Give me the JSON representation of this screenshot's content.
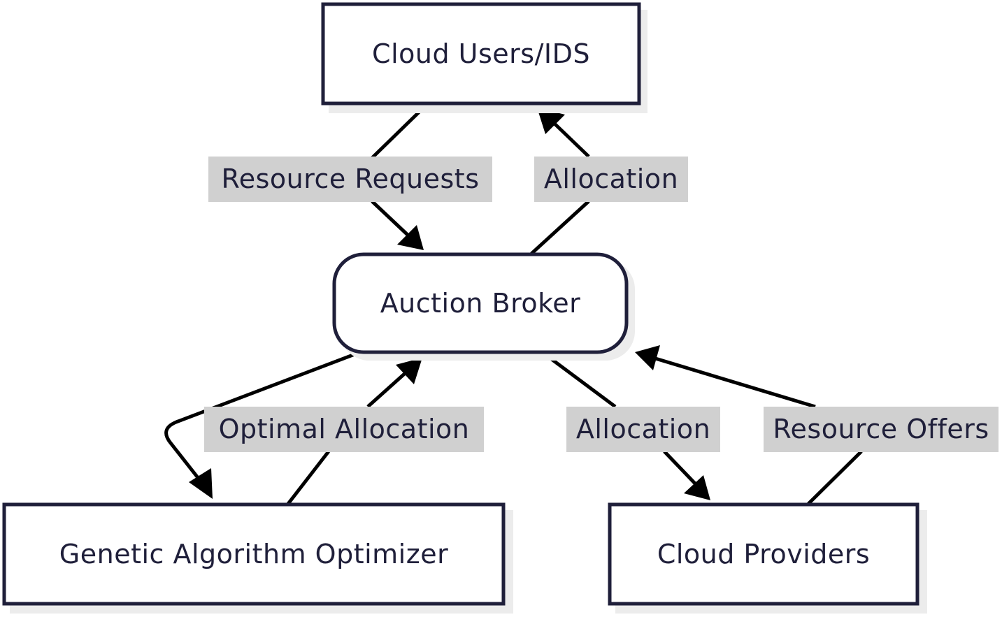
{
  "nodes": {
    "cloud_users": "Cloud Users/IDS",
    "auction_broker": "Auction Broker",
    "ga_optimizer": "Genetic Algorithm Optimizer",
    "cloud_providers": "Cloud Providers"
  },
  "edges": {
    "resource_requests": "Resource Requests",
    "allocation_to_users": "Allocation",
    "optimal_allocation": "Optimal Allocation",
    "allocation_to_providers": "Allocation",
    "resource_offers": "Resource Offers"
  },
  "colors": {
    "node_border": "#1f1f3a",
    "edge": "#000000",
    "label_background": "#d0d0d0",
    "shadow": "#ececec"
  }
}
